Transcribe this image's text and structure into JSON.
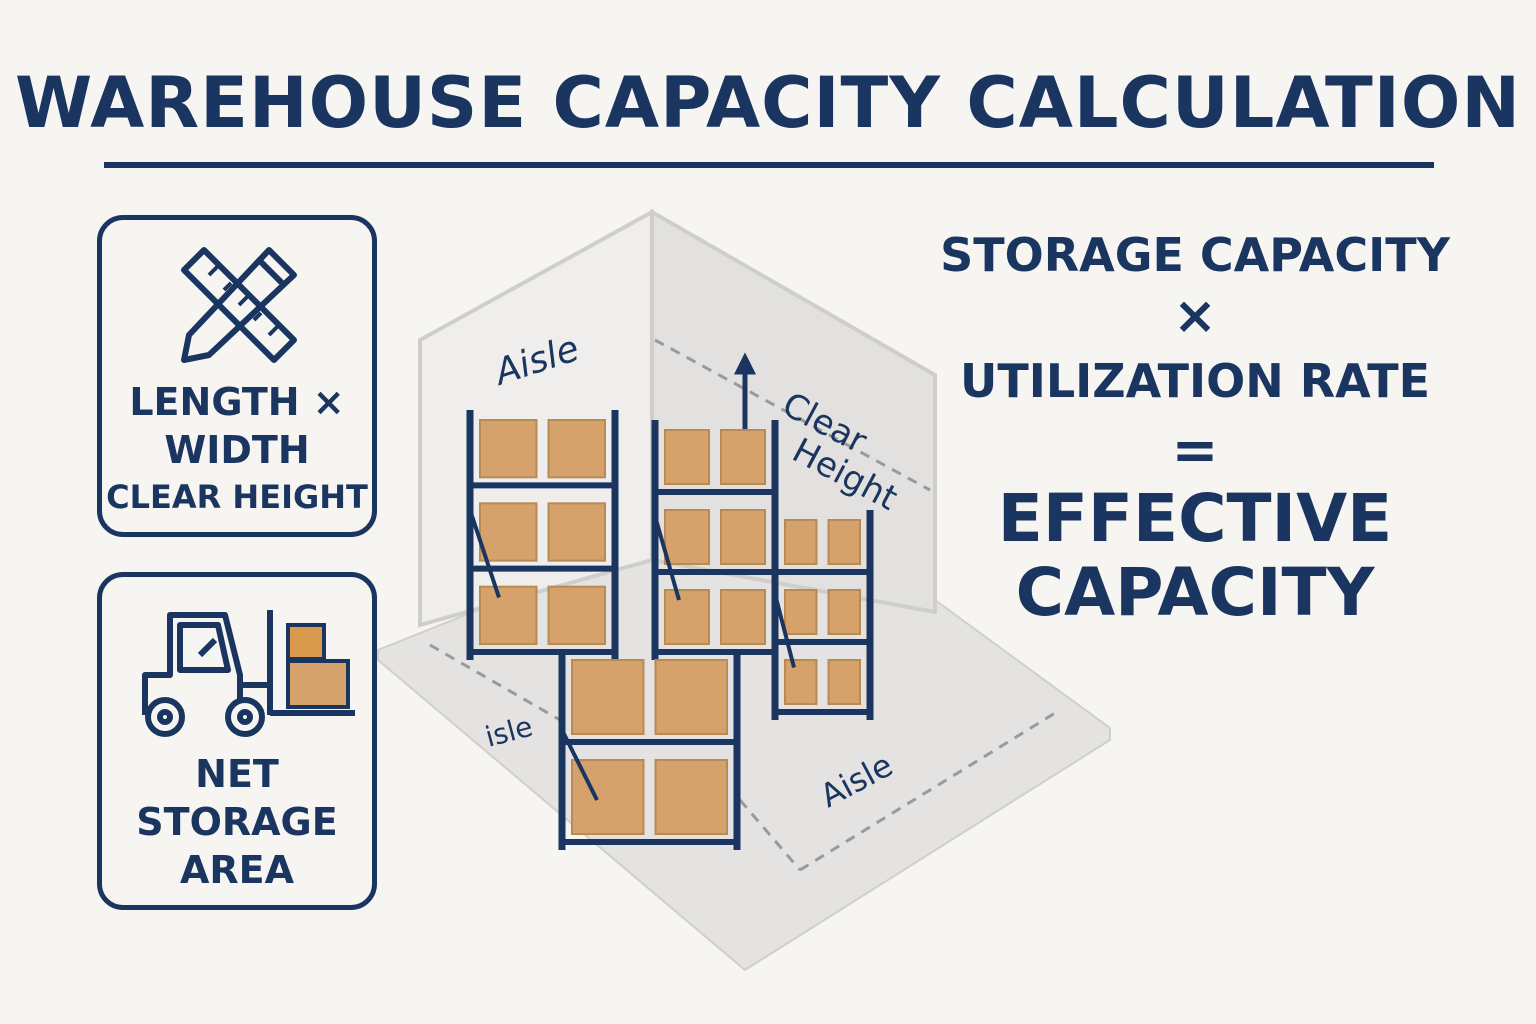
{
  "title": "WAREHOUSE CAPACITY CALCULATION",
  "cards": [
    {
      "icon": "ruler-pencil-icon",
      "lines": [
        "LENGTH ×",
        "WIDTH",
        "CLEAR HEIGHT"
      ]
    },
    {
      "icon": "forklift-icon",
      "lines": [
        "NET",
        "STORAGE",
        "AREA"
      ]
    }
  ],
  "diagram": {
    "labels": {
      "aisle_back": "Aisle",
      "clear_height": [
        "Clear",
        "Height"
      ],
      "aisle_left": "Aisle",
      "aisle_front": "Aisle"
    }
  },
  "formula": {
    "term1": "STORAGE CAPACITY",
    "op1": "×",
    "term2": "UTILIZATION RATE",
    "op2": "=",
    "result": [
      "EFFECTIVE",
      "CAPACITY"
    ]
  },
  "colors": {
    "navy": "#1a3560",
    "background": "#f7f5f1",
    "box": "#d4a26a",
    "floor": "#e4e3e1"
  }
}
